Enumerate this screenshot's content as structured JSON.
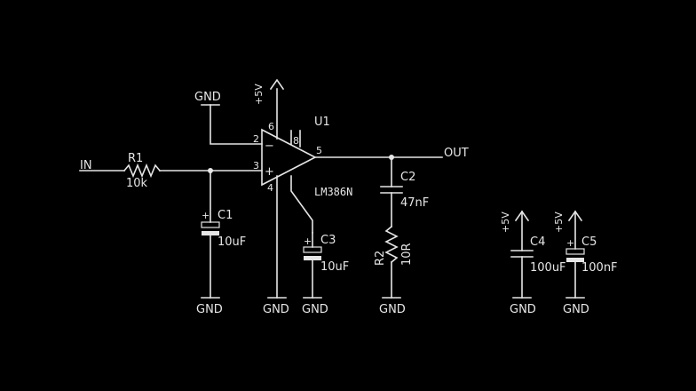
{
  "schematic": {
    "net_in": "IN",
    "net_out": "OUT",
    "gnd": "GND",
    "vcc": "+5V",
    "u1": {
      "ref": "U1",
      "value": "LM386N",
      "pins": [
        "2",
        "3",
        "6",
        "8",
        "5",
        "4"
      ],
      "plus": "+",
      "minus": "−"
    },
    "r1": {
      "ref": "R1",
      "value": "10k"
    },
    "r2": {
      "ref": "R2",
      "value": "10R"
    },
    "c1": {
      "ref": "C1",
      "value": "10uF"
    },
    "c2": {
      "ref": "C2",
      "value": "47nF"
    },
    "c3": {
      "ref": "C3",
      "value": "10uF"
    },
    "c4": {
      "ref": "C4",
      "value": "100uF"
    },
    "c5": {
      "ref": "C5",
      "value": "100nF"
    },
    "cap_plus": "+"
  }
}
